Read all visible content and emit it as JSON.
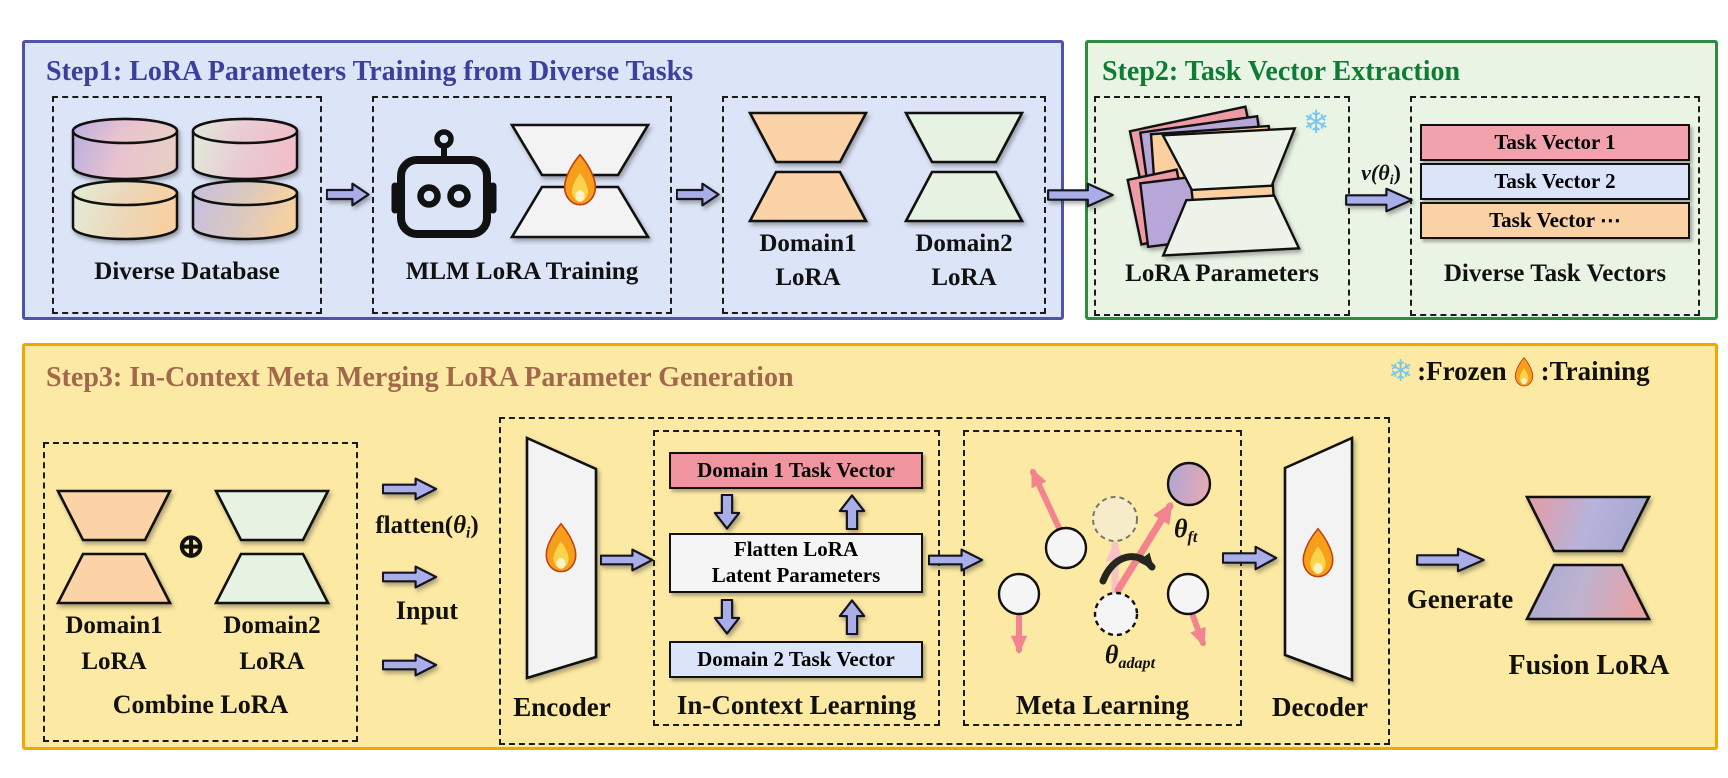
{
  "figure": {
    "step1": {
      "title": "Step1: LoRA Parameters Training from Diverse Tasks",
      "diverse_database_label": "Diverse Database",
      "mlm_training_label": "MLM LoRA Training",
      "domain1": {
        "line1": "Domain1",
        "line2": "LoRA"
      },
      "domain2": {
        "line1": "Domain2",
        "line2": "LoRA"
      }
    },
    "step2": {
      "title": "Step2: Task Vector Extraction",
      "lora_parameters_label": "LoRA Parameters",
      "v_theta": {
        "pre": "v(",
        "theta": "θ",
        "sub": "i",
        "post": ")"
      },
      "task_vectors": [
        "Task Vector 1",
        "Task Vector 2",
        "Task Vector ⋯"
      ],
      "diverse_task_vectors_label": "Diverse Task Vectors"
    },
    "step3": {
      "title": "Step3: In-Context Meta Merging LoRA Parameter Generation",
      "legend": {
        "snowflake": "❄",
        "frozen": ":Frozen",
        "training": ":Training"
      },
      "combine": {
        "domain1": {
          "line1": "Domain1",
          "line2": "LoRA"
        },
        "plus": "⊕",
        "domain2": {
          "line1": "Domain2",
          "line2": "LoRA"
        },
        "label": "Combine LoRA"
      },
      "flatten": {
        "pre": "flatten(",
        "theta": "θ",
        "sub": "i",
        "post": ")"
      },
      "input_label": "Input",
      "encoder_label": "Encoder",
      "icl": {
        "label": "In-Context Learning",
        "domain1_box": "Domain 1 Task Vector",
        "flatten_line1": "Flatten LoRA",
        "flatten_line2": "Latent Parameters",
        "domain2_box": "Domain 2 Task Vector"
      },
      "meta": {
        "label": "Meta Learning",
        "theta_ft": {
          "theta": "θ",
          "sub": "ft"
        },
        "theta_adapt": {
          "theta": "θ",
          "sub": "adapt"
        }
      },
      "decoder_label": "Decoder",
      "generate_label": "Generate",
      "fusion_label": "Fusion LoRA"
    },
    "colors": {
      "blue_panel": "#dce4f7",
      "blue_border": "#4f54a8",
      "blue_title": "#3b3f9e",
      "green_panel": "#eaf4e5",
      "green_border": "#2f8b3e",
      "green_title": "#0d7d35",
      "yellow_panel": "#fce9a4",
      "yellow_border": "#f0a800",
      "brown_title": "#a2684c",
      "arrow": "#a9aee8",
      "pink_bar": "#f1a2ac",
      "lavender_bar": "#dbe4f8",
      "orange_bar": "#fbd2a5",
      "orange_lora": "#fcd3a6",
      "green_lora": "#e6f2e2",
      "pink_meta_arrow": "#f2838f",
      "snowflake": "#7cc6ee"
    },
    "icons": [
      "database-icon",
      "robot-icon",
      "flame-icon",
      "snowflake-icon",
      "lora-hourglass-icon"
    ]
  }
}
